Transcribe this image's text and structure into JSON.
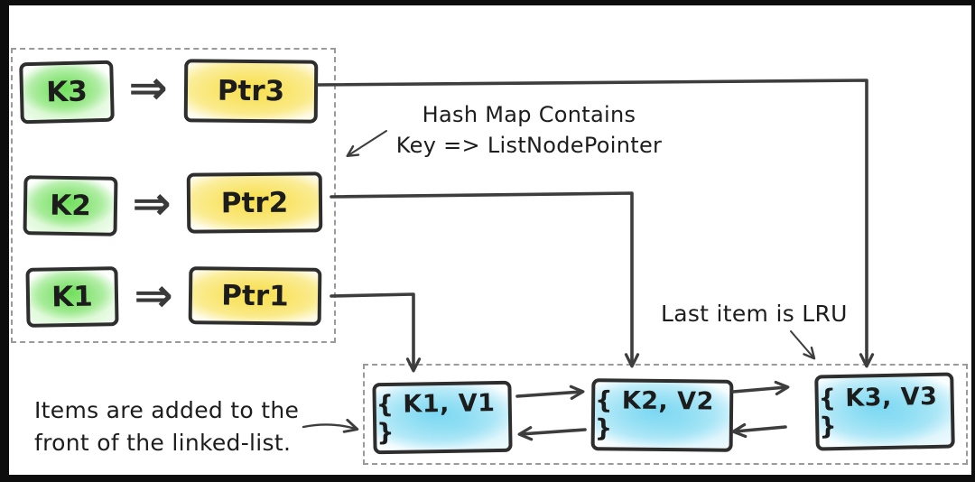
{
  "diagram": {
    "hash_map": {
      "annotation_line1": "Hash Map Contains",
      "annotation_line2": "Key => ListNodePointer",
      "arrow_glyph": "⇒",
      "rows": [
        {
          "key": "K3",
          "pointer": "Ptr3"
        },
        {
          "key": "K2",
          "pointer": "Ptr2"
        },
        {
          "key": "K1",
          "pointer": "Ptr1"
        }
      ]
    },
    "linked_list": {
      "nodes": [
        {
          "label": "{ K1, V1 }"
        },
        {
          "label": "{ K2, V2 }"
        },
        {
          "label": "{ K3, V3 }"
        }
      ],
      "lru_note": "Last item is LRU",
      "front_note_line1": "Items are added to the",
      "front_note_line2": "front of the linked-list."
    },
    "colors": {
      "key_fill": "#68dd52",
      "pointer_fill": "#f7de46",
      "node_fill": "#6ed4f0",
      "outline": "#2e2e2e",
      "connector": "#3d3d3d",
      "dashed_border": "#9a9a9a",
      "canvas_bg": "#ffffff",
      "frame_bg": "#0d0d0d"
    }
  }
}
